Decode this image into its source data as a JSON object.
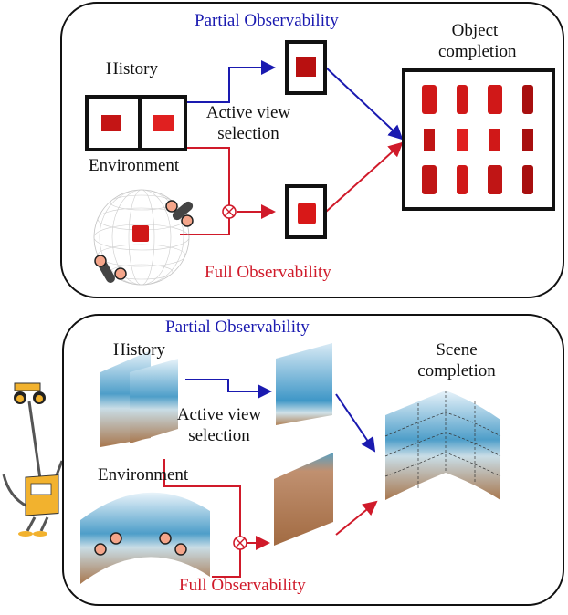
{
  "top_panel": {
    "partial_label": "Partial Observability",
    "full_label": "Full Observability",
    "history_label": "History",
    "environment_label": "Environment",
    "active_view_line1": "Active view",
    "active_view_line2": "selection",
    "completion_line1": "Object",
    "completion_line2": "completion"
  },
  "bottom_panel": {
    "partial_label": "Partial Observability",
    "full_label": "Full Observability",
    "history_label": "History",
    "environment_label": "Environment",
    "active_view_line1": "Active view",
    "active_view_line2": "selection",
    "completion_line1": "Scene",
    "completion_line2": "completion"
  },
  "colors": {
    "partial": "#1a1ab0",
    "full": "#d01a2a",
    "mug": "#d01818",
    "robot": "#f2b22e"
  },
  "operator_symbol": "⊗"
}
